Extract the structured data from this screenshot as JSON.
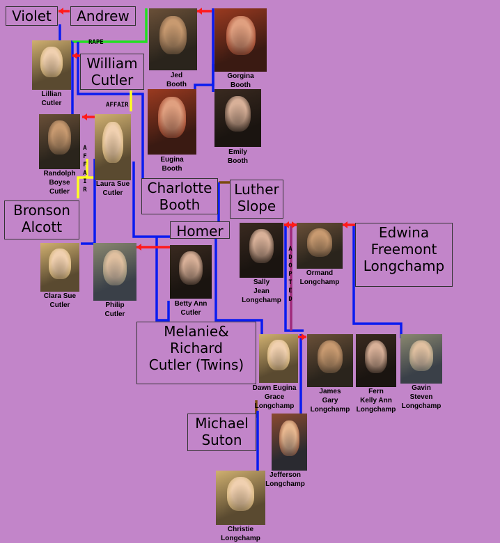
{
  "name_boxes": {
    "violet": [
      "Violet"
    ],
    "andrew": [
      "Andrew"
    ],
    "william": [
      "William",
      "Cutler"
    ],
    "bronson": [
      "Bronson",
      "Alcott"
    ],
    "charlotte": [
      "Charlotte",
      "Booth"
    ],
    "luther": [
      "Luther",
      "Slope"
    ],
    "homer": [
      "Homer"
    ],
    "edwina": [
      "Edwina",
      "Freemont",
      "Longchamp"
    ],
    "twins": [
      "Melanie&",
      "Richard",
      "Cutler (Twins)"
    ],
    "michael": [
      "Michael",
      "Suton"
    ]
  },
  "people": {
    "jed": [
      "Jed",
      "Booth"
    ],
    "gorgina": [
      "Gorgina",
      "Booth"
    ],
    "lillian": [
      "Lillian",
      "Cutler"
    ],
    "eugina": [
      "Eugina",
      "Booth"
    ],
    "emily": [
      "Emily",
      "Booth"
    ],
    "randolph": [
      "Randolph",
      "Boyse",
      "Cutler"
    ],
    "laura_sue": [
      "Laura Sue",
      "Cutler"
    ],
    "sally": [
      "Sally",
      "Jean",
      "Longchamp"
    ],
    "ormand": [
      "Ormand",
      "Longchamp"
    ],
    "clara_sue": [
      "Clara Sue",
      "Cutler"
    ],
    "philip": [
      "Philip",
      "Cutler"
    ],
    "betty_ann": [
      "Betty Ann",
      "Cutler"
    ],
    "dawn": [
      "Dawn Eugina",
      "Grace",
      "Longchamp"
    ],
    "james": [
      "James",
      "Gary",
      "Longchamp"
    ],
    "fern": [
      "Fern",
      "Kelly Ann",
      "Longchamp"
    ],
    "gavin": [
      "Gavin",
      "Steven",
      "Longchamp"
    ],
    "jefferson": [
      "Jefferson",
      "Longchamp"
    ],
    "christie": [
      "Christie",
      "Longchamp"
    ]
  },
  "notes": {
    "rape": "RAPE",
    "affair_top": "AFFAIR",
    "affair_side": "AFFAIR",
    "adopted": "ADOPTED"
  },
  "colors": {
    "background": "#c285c9",
    "parent_line": "#0a1cf0",
    "marriage_arrow": "#ff1a1a",
    "affair_line": "#ffff22",
    "rape_line": "#22e022",
    "partner_line": "#7a4a10"
  }
}
